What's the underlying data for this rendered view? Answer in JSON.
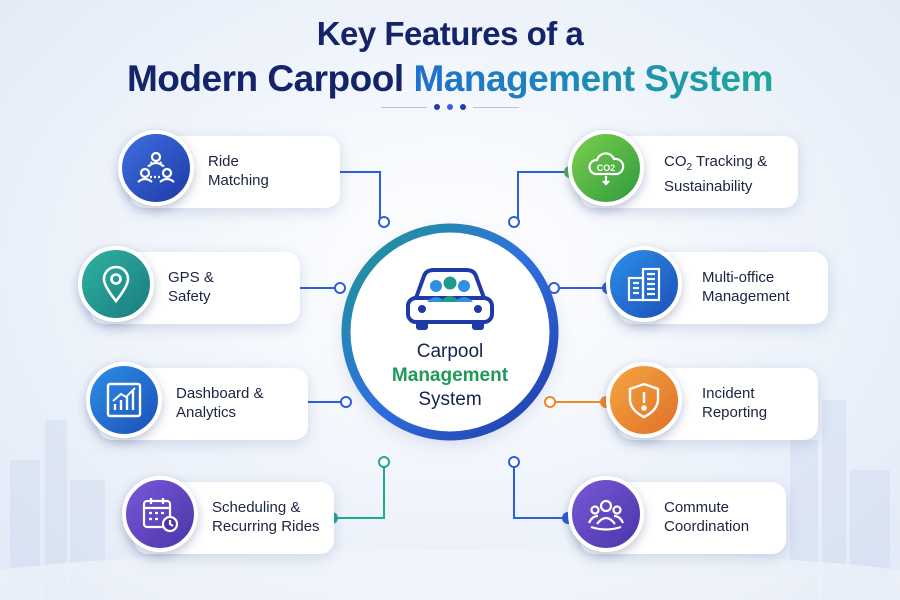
{
  "title": {
    "line1": "Key Features of a",
    "line2_part1": "Modern Carpool ",
    "line2_part2": "Management System"
  },
  "hub": {
    "line1": "Carpool",
    "line2": "Management",
    "line3": "System",
    "icon": "car-passengers-icon"
  },
  "features": {
    "ride_matching": {
      "line1": "Ride",
      "line2": "Matching",
      "icon": "people-network-icon"
    },
    "gps_safety": {
      "line1": "GPS &",
      "line2": "Safety",
      "icon": "map-pin-icon"
    },
    "dashboard": {
      "line1": "Dashboard &",
      "line2": "Analytics",
      "icon": "bar-chart-icon"
    },
    "scheduling": {
      "line1": "Scheduling &",
      "line2": "Recurring Rides",
      "icon": "calendar-clock-icon"
    },
    "co2": {
      "line1_pre": "CO",
      "line1_sub": "2",
      "line1_post": " Tracking &",
      "line2": "Sustainability",
      "icon": "co2-cloud-icon",
      "icon_text": "CO2"
    },
    "multi_office": {
      "line1": "Multi-office",
      "line2": "Management",
      "icon": "buildings-icon"
    },
    "incident": {
      "line1": "Incident",
      "line2": "Reporting",
      "icon": "shield-alert-icon"
    },
    "commute": {
      "line1": "Commute",
      "line2": "Coordination",
      "icon": "team-icon"
    }
  },
  "colors": {
    "navy": "#14246b",
    "blue": "#2f5fd6",
    "teal": "#1ea89a",
    "green": "#4caf50",
    "orange": "#f08a2c",
    "purple": "#6a4fcf"
  }
}
